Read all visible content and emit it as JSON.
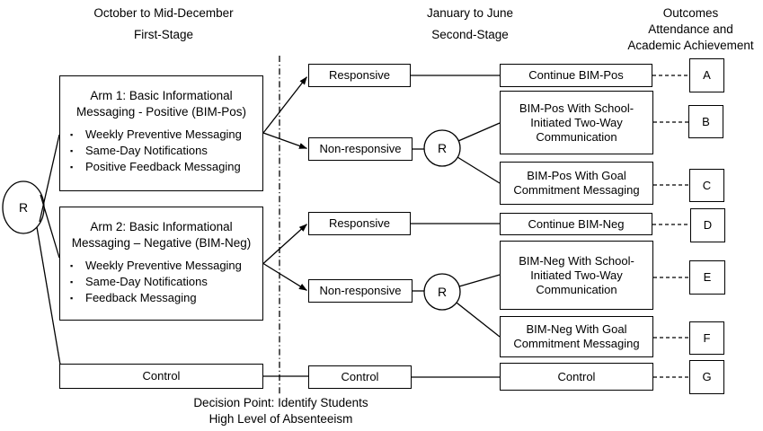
{
  "stage_headers": {
    "first": [
      "October to Mid-December",
      "First-Stage"
    ],
    "second": [
      "January to June",
      "Second-Stage"
    ],
    "outcomes": [
      "Outcomes",
      "Attendance and",
      "Academic Achievement"
    ]
  },
  "randomizer_label": "R",
  "glyphs": {
    "bullet": "▪"
  },
  "first_stage": {
    "arm1": {
      "title": [
        "Arm 1: Basic Informational",
        "Messaging - Positive (BIM-Pos)"
      ],
      "bullets": [
        "Weekly Preventive Messaging",
        "Same-Day Notifications",
        "Positive Feedback Messaging"
      ]
    },
    "arm2": {
      "title": [
        "Arm 2: Basic Informational",
        "Messaging – Negative (BIM-Neg)"
      ],
      "bullets": [
        "Weekly Preventive Messaging",
        "Same-Day Notifications",
        "Feedback Messaging"
      ]
    },
    "control": "Control"
  },
  "response_status": {
    "responsive": "Responsive",
    "non_responsive": "Non-responsive",
    "control": "Control"
  },
  "second_stage": {
    "continue_pos": "Continue BIM-Pos",
    "pos_school": [
      "BIM-Pos With School-",
      "Initiated Two-Way",
      "Communication"
    ],
    "pos_goal": [
      "BIM-Pos With Goal",
      "Commitment Messaging"
    ],
    "continue_neg": "Continue BIM-Neg",
    "neg_school": [
      "BIM-Neg With School-",
      "Initiated Two-Way",
      "Communication"
    ],
    "neg_goal": [
      "BIM-Neg With Goal",
      "Commitment Messaging"
    ],
    "control": "Control"
  },
  "outcome_labels": [
    "A",
    "B",
    "C",
    "D",
    "E",
    "F",
    "G"
  ],
  "decision_note": [
    "Decision Point: Identify Students",
    "High Level of Absenteeism"
  ]
}
